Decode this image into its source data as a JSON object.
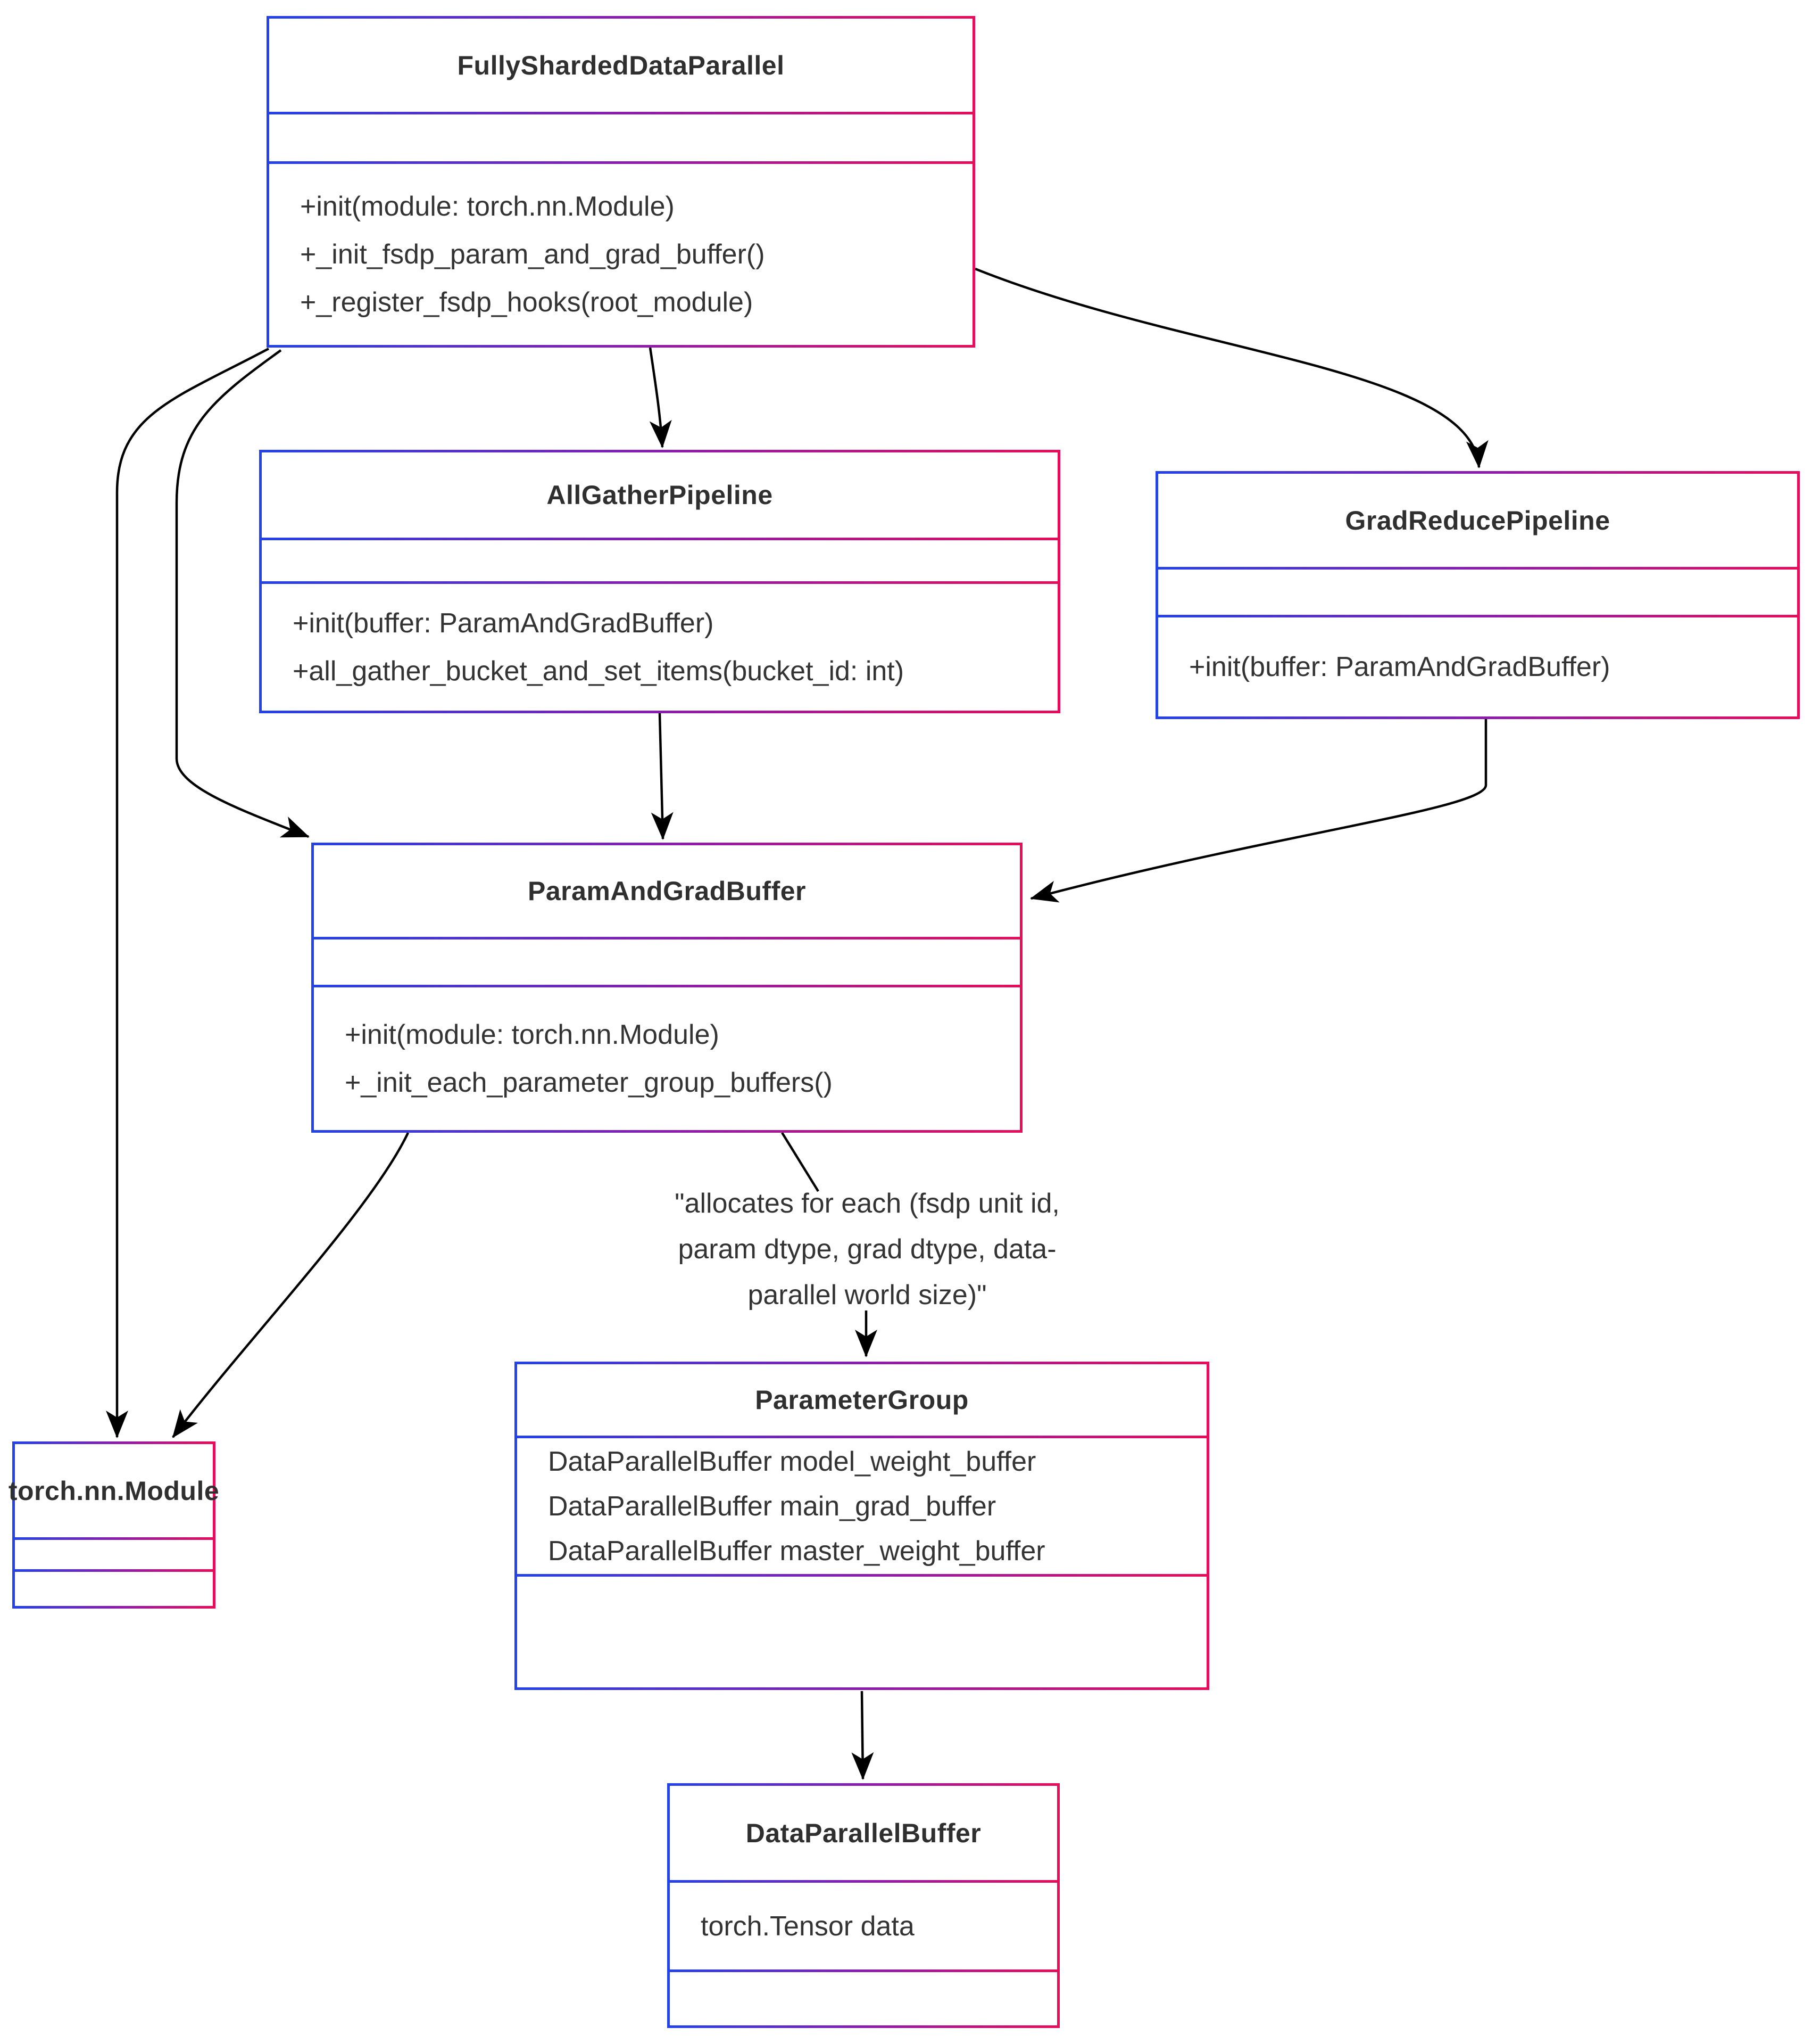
{
  "diagram": {
    "kind": "uml-class-diagram",
    "topic": "FullyShardedDataParallel buffer architecture"
  },
  "colors": {
    "border_gradient_start": "#2342e8",
    "border_gradient_mid": "#8b1cb0",
    "border_gradient_end": "#e80c5a",
    "arrow_line": "#000000",
    "text": "#333333",
    "background": "#ffffff"
  },
  "classes": [
    {
      "name": "FullyShardedDataParallel",
      "attributes": [],
      "methods": [
        "+init(module: torch.nn.Module)",
        "+_init_fsdp_param_and_grad_buffer()",
        "+_register_fsdp_hooks(root_module)"
      ]
    },
    {
      "name": "AllGatherPipeline",
      "attributes": [],
      "methods": [
        "+init(buffer: ParamAndGradBuffer)",
        "+all_gather_bucket_and_set_items(bucket_id: int)"
      ]
    },
    {
      "name": "GradReducePipeline",
      "attributes": [],
      "methods": [
        "+init(buffer: ParamAndGradBuffer)"
      ]
    },
    {
      "name": "ParamAndGradBuffer",
      "attributes": [],
      "methods": [
        "+init(module: torch.nn.Module)",
        "+_init_each_parameter_group_buffers()"
      ]
    },
    {
      "name": "torch.nn.Module",
      "attributes": [],
      "methods": []
    },
    {
      "name": "ParameterGroup",
      "attributes": [
        "DataParallelBuffer model_weight_buffer",
        "DataParallelBuffer main_grad_buffer",
        "DataParallelBuffer master_weight_buffer"
      ],
      "methods": []
    },
    {
      "name": "DataParallelBuffer",
      "attributes": [
        "torch.Tensor data"
      ],
      "methods": []
    }
  ],
  "annotation": {
    "lines": [
      "\"allocates for each (fsdp unit id,",
      "param dtype, grad dtype, data-",
      "parallel world size)\""
    ]
  },
  "relationships": [
    {
      "from": "FullyShardedDataParallel",
      "to": "AllGatherPipeline"
    },
    {
      "from": "FullyShardedDataParallel",
      "to": "GradReducePipeline"
    },
    {
      "from": "FullyShardedDataParallel",
      "to": "torch.nn.Module"
    },
    {
      "from": "FullyShardedDataParallel",
      "to": "ParamAndGradBuffer"
    },
    {
      "from": "AllGatherPipeline",
      "to": "ParamAndGradBuffer"
    },
    {
      "from": "GradReducePipeline",
      "to": "ParamAndGradBuffer"
    },
    {
      "from": "ParamAndGradBuffer",
      "to": "torch.nn.Module"
    },
    {
      "from": "ParamAndGradBuffer",
      "to": "ParameterGroup",
      "note": "allocates for each (fsdp unit id, param dtype, grad dtype, data-parallel world size)"
    },
    {
      "from": "ParameterGroup",
      "to": "DataParallelBuffer"
    }
  ]
}
